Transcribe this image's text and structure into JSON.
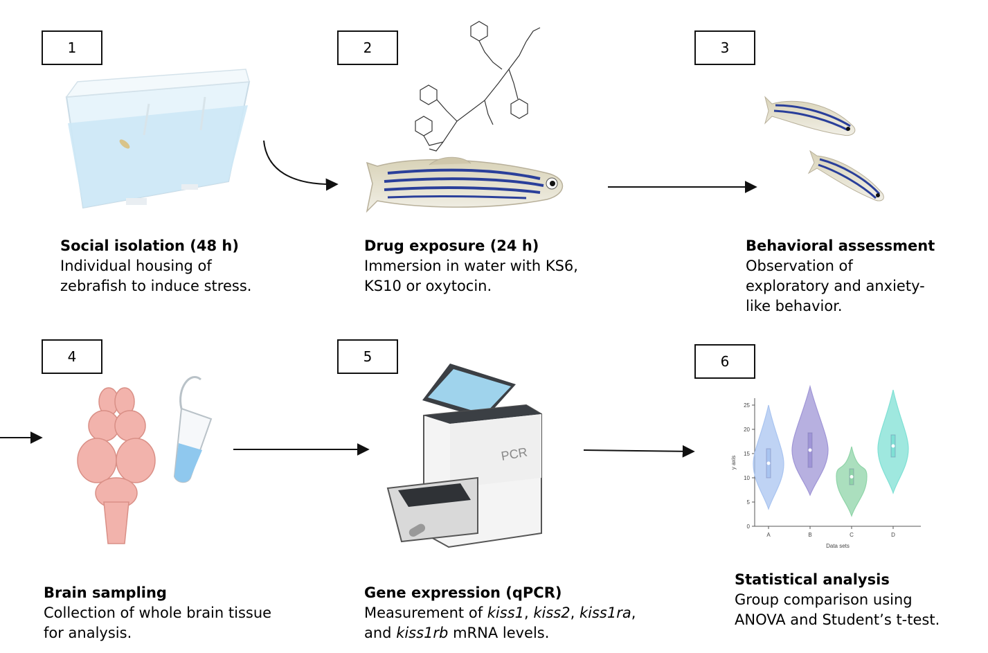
{
  "steps": [
    {
      "number": "1",
      "title": "Social isolation (48 h)",
      "desc_lines": [
        "Individual housing of",
        "zebrafish to induce stress."
      ]
    },
    {
      "number": "2",
      "title": "Drug exposure (24 h)",
      "desc_lines": [
        "Immersion in water with KS6,",
        "KS10 or oxytocin."
      ]
    },
    {
      "number": "3",
      "title": "Behavioral assessment",
      "desc_lines": [
        "Observation of",
        "exploratory and anxiety-",
        "like behavior."
      ]
    },
    {
      "number": "4",
      "title": "Brain sampling",
      "desc_lines": [
        "Collection of whole brain tissue",
        "for analysis."
      ]
    },
    {
      "number": "5",
      "title": "Gene expression (qPCR)",
      "desc_parts": {
        "pre": "Measurement of ",
        "g1": "kiss1",
        "s1": ", ",
        "g2": "kiss2",
        "s2": ", ",
        "g3": "kiss1ra",
        "s3": ",",
        "line2_pre": "and ",
        "g4": "kiss1rb",
        "line2_post": " mRNA levels."
      }
    },
    {
      "number": "6",
      "title": "Statistical analysis",
      "desc_lines": [
        "Group comparison using",
        "ANOVA and Student’s t-test."
      ]
    }
  ],
  "pcr_label": "PCR",
  "violin_chart": {
    "xlabel": "Data sets",
    "ylabel": "y axis",
    "categories": [
      "A",
      "B",
      "C",
      "D"
    ],
    "yticks": [
      "0",
      "5",
      "10",
      "15",
      "20",
      "25"
    ],
    "colors": [
      "#a9c4f0",
      "#9f95d6",
      "#8fd4a8",
      "#7fe0d4"
    ]
  },
  "colors": {
    "fish_stripe": "#2a3f9a",
    "water": "#cfe9f7",
    "brain": "#f2b3ac"
  }
}
